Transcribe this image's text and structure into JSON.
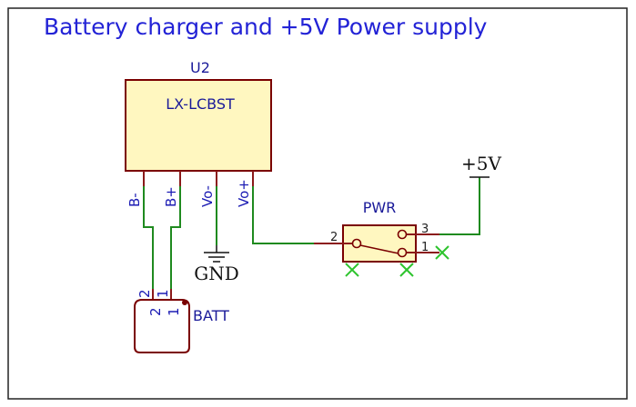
{
  "title": "Battery charger and +5V Power supply",
  "u2": {
    "refdes": "U2",
    "value": "LX-LCBST",
    "pins": [
      "B-",
      "B+",
      "Vo-",
      "Vo+"
    ]
  },
  "batt": {
    "refdes": "BATT",
    "pin2": "2",
    "pin1": "1"
  },
  "pwr": {
    "refdes": "PWR",
    "pin2": "2",
    "pin3": "3",
    "pin1": "1"
  },
  "gnd": {
    "label": "GND"
  },
  "vcc": {
    "label": "+5V"
  },
  "colors": {
    "title": "#2323d6",
    "wire": "#1f8a1f",
    "pin": "#8b1a1a",
    "component_fill": "#fff7c0",
    "no_connect": "#2ec42e"
  }
}
